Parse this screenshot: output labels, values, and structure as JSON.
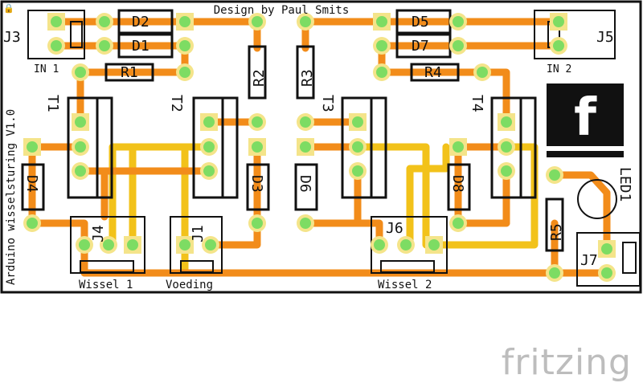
{
  "board": {
    "credit": "Design by Paul Smits",
    "vertical_title": "Arduino wisselsturing V1.0",
    "logo_glyph": "f",
    "watermark": "fritzing",
    "colors": {
      "board": "#ffffff",
      "outline": "#111111",
      "trace_bottom": "#f28c1a",
      "trace_top": "#f2c21a",
      "pad": "#f4e48a",
      "pad_center": "#7ddc63",
      "silk": "#111111",
      "watermark": "#bdbdbd"
    }
  },
  "components": {
    "diodes": [
      "D1",
      "D2",
      "D3",
      "D4",
      "D5",
      "D6",
      "D7",
      "D8"
    ],
    "resistors": [
      "R1",
      "R2",
      "R3",
      "R4",
      "R5"
    ],
    "transistors": [
      "T1",
      "T2",
      "T3",
      "T4"
    ],
    "connectors": [
      "J1",
      "J3",
      "J4",
      "J5",
      "J6",
      "J7"
    ],
    "led": "LED1"
  },
  "labels": {
    "in1": "IN 1",
    "in2": "IN 2",
    "wissel1": "Wissel 1",
    "voeding": "Voeding",
    "wissel2": "Wissel 2"
  }
}
